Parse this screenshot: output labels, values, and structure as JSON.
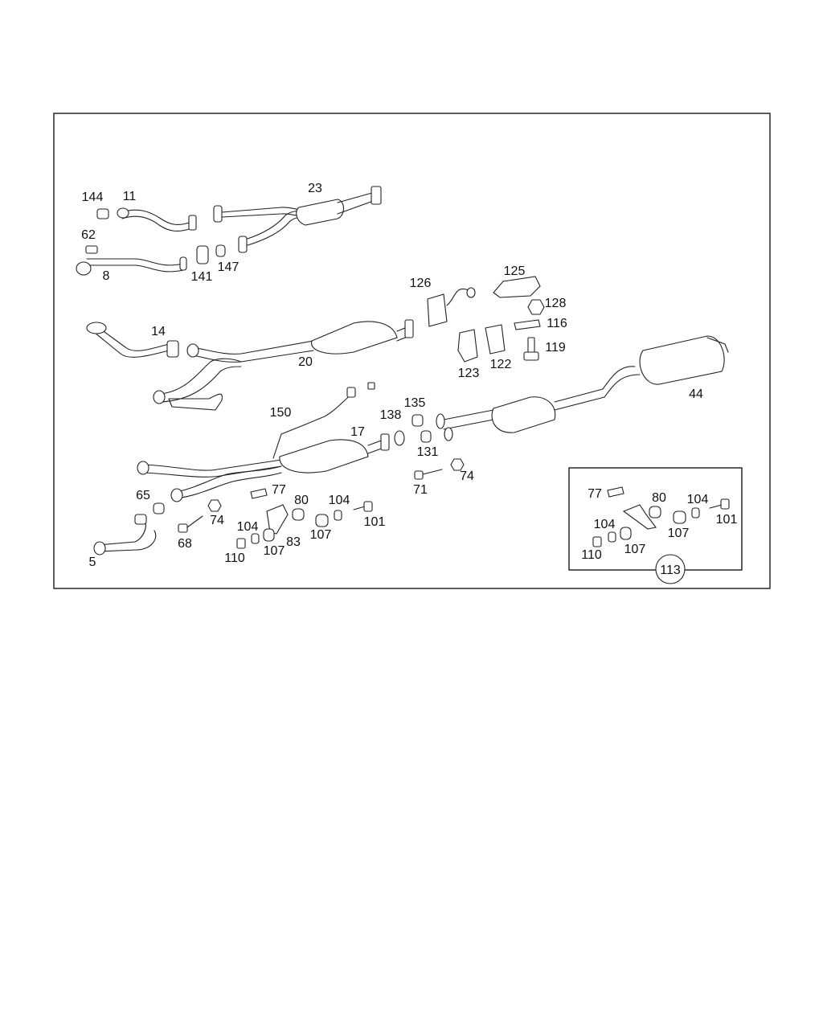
{
  "diagram": {
    "callout_labels": [
      "144",
      "11",
      "23",
      "62",
      "8",
      "141",
      "147",
      "126",
      "125",
      "128",
      "116",
      "119",
      "14",
      "20",
      "123",
      "122",
      "44",
      "150",
      "135",
      "138",
      "17",
      "131",
      "65",
      "77",
      "80",
      "104",
      "101",
      "74",
      "71",
      "68",
      "110",
      "107",
      "83",
      "5"
    ],
    "inset": {
      "labels": [
        "77",
        "80",
        "104",
        "101",
        "104",
        "107",
        "110",
        "107"
      ],
      "badge": "113"
    }
  }
}
